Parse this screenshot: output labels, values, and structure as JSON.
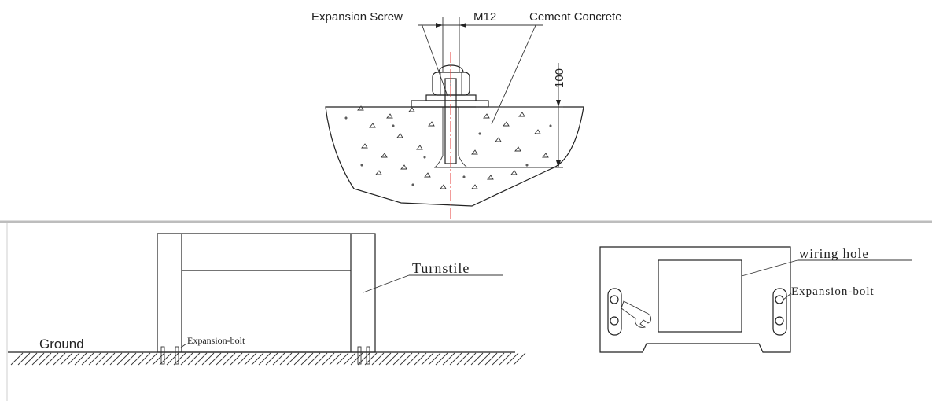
{
  "top_detail": {
    "label_screw": "Expansion Screw",
    "label_thread": "M12",
    "label_concrete": "Cement Concrete",
    "dimension_depth": "100"
  },
  "side_view": {
    "label_ground": "Ground",
    "label_bolt": "Expansion-bolt",
    "label_turnstile": "Turnstile"
  },
  "base_plan": {
    "label_wiring_hole": "wiring hole",
    "label_bolt": "Expansion-bolt"
  },
  "colors": {
    "ink": "#222222",
    "center_line": "#e53935",
    "divider": "#bdbdbd"
  }
}
